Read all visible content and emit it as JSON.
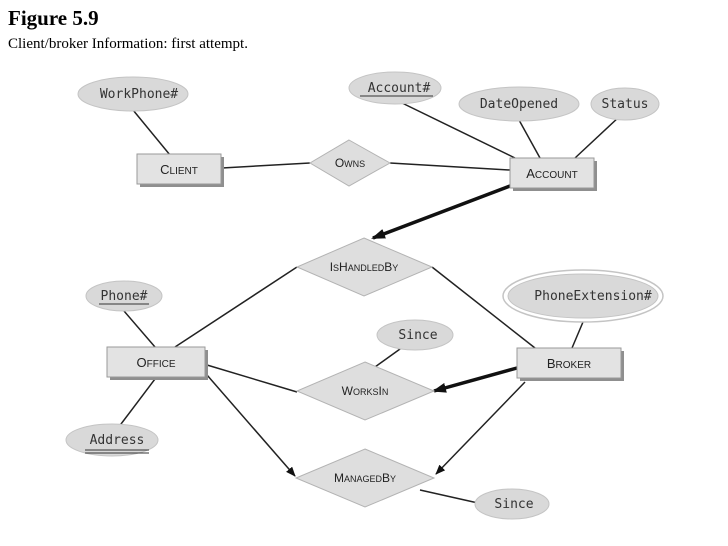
{
  "figure": {
    "title": "Figure 5.9",
    "caption": "Client/broker Information: first attempt."
  },
  "entities": {
    "client": "Client",
    "account": "Account",
    "office": "Office",
    "broker": "Broker"
  },
  "relationships": {
    "owns": "Owns",
    "is_handled_by": "IsHandledBy",
    "works_in": "WorksIn",
    "managed_by": "ManagedBy"
  },
  "attributes": {
    "workphone": "WorkPhone#",
    "account_no": "Account#",
    "date_opened": "DateOpened",
    "status": "Status",
    "phone": "Phone#",
    "phone_extension": "PhoneExtension#",
    "address": "Address",
    "works_in_since": "Since",
    "managed_by_since": "Since"
  }
}
